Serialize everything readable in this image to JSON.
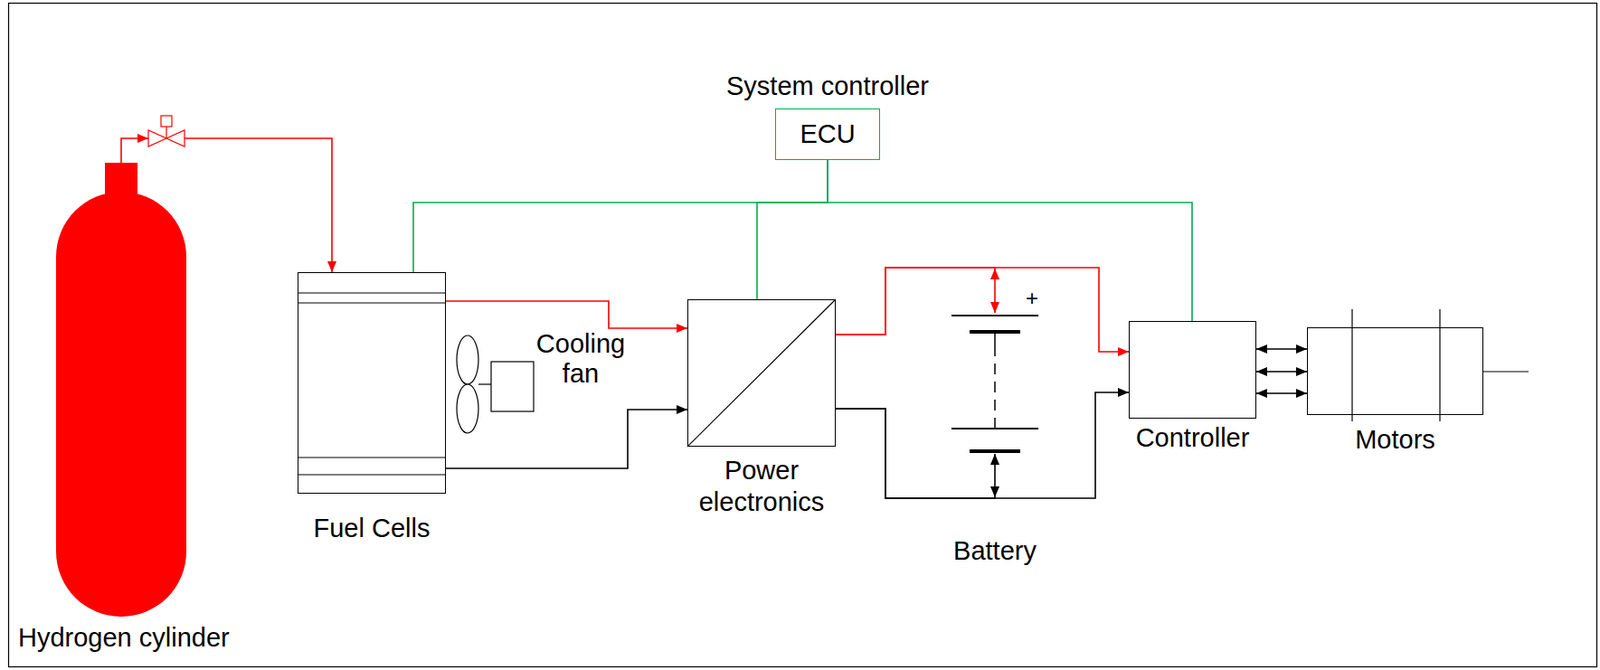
{
  "diagram": {
    "nodes": [
      {
        "text": [
          "Hydrogen cylinder"
        ]
      },
      {
        "text": [
          "System controller",
          "ECU"
        ]
      },
      {
        "text": [
          "Fuel Cells"
        ]
      },
      {
        "text": [
          "Power electronics"
        ]
      },
      {
        "text": [
          "Battery"
        ]
      },
      {
        "text": [
          "Controller"
        ]
      },
      {
        "text": [
          "Motors"
        ]
      }
    ],
    "edges": [
      {
        "from": 0,
        "to": 2,
        "arrow": "to"
      },
      {
        "from": 1,
        "to": 2,
        "arrow": "none"
      },
      {
        "from": 1,
        "to": 3,
        "arrow": "none"
      },
      {
        "from": 1,
        "to": 5,
        "arrow": "none"
      },
      {
        "from": 2,
        "to": 3,
        "arrow": "to"
      },
      {
        "from": 2,
        "to": 3,
        "arrow": "to"
      },
      {
        "from": 3,
        "to": 5,
        "arrow": "to"
      },
      {
        "from": 3,
        "to": 4,
        "arrow": "both"
      },
      {
        "from": 3,
        "to": 5,
        "arrow": "to"
      },
      {
        "from": 3,
        "to": 4,
        "arrow": "both"
      },
      {
        "from": 5,
        "to": 6,
        "arrow": "both"
      },
      {
        "from": 5,
        "to": 6,
        "arrow": "both"
      },
      {
        "from": 5,
        "to": 6,
        "arrow": "both"
      }
    ],
    "labels": [
      "Cooling fan",
      "+"
    ]
  }
}
